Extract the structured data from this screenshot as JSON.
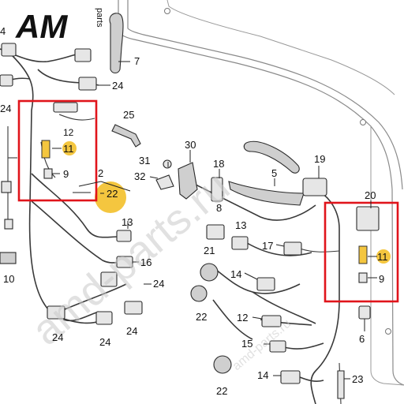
{
  "logo": {
    "text": "AM",
    "sub": "parts"
  },
  "watermark": {
    "text": "amd-parts.ru",
    "small": "amd-parts.ru"
  },
  "callouts": [
    {
      "id": "c4",
      "text": "4"
    },
    {
      "id": "c7",
      "text": "7"
    },
    {
      "id": "c24a",
      "text": "24"
    },
    {
      "id": "c24l",
      "text": "24"
    },
    {
      "id": "c12a",
      "text": "12"
    },
    {
      "id": "c11a",
      "text": "11"
    },
    {
      "id": "c9a",
      "text": "9"
    },
    {
      "id": "c25",
      "text": "25"
    },
    {
      "id": "c2",
      "text": "2"
    },
    {
      "id": "c22a",
      "text": "22"
    },
    {
      "id": "c31",
      "text": "31"
    },
    {
      "id": "c32",
      "text": "32"
    },
    {
      "id": "c30",
      "text": "30"
    },
    {
      "id": "c18",
      "text": "18"
    },
    {
      "id": "c5",
      "text": "5"
    },
    {
      "id": "c19",
      "text": "19"
    },
    {
      "id": "c20",
      "text": "20"
    },
    {
      "id": "c13a",
      "text": "13"
    },
    {
      "id": "c8",
      "text": "8"
    },
    {
      "id": "c13b",
      "text": "13"
    },
    {
      "id": "c16",
      "text": "16"
    },
    {
      "id": "c17",
      "text": "17"
    },
    {
      "id": "c11b",
      "text": "11"
    },
    {
      "id": "c9b",
      "text": "9"
    },
    {
      "id": "c21",
      "text": "21"
    },
    {
      "id": "c14a",
      "text": "14"
    },
    {
      "id": "c24b",
      "text": "24"
    },
    {
      "id": "c10",
      "text": "10"
    },
    {
      "id": "c24c",
      "text": "24"
    },
    {
      "id": "c24d",
      "text": "24"
    },
    {
      "id": "c22b",
      "text": "22"
    },
    {
      "id": "c12b",
      "text": "12"
    },
    {
      "id": "c6",
      "text": "6"
    },
    {
      "id": "c15",
      "text": "15"
    },
    {
      "id": "c14b",
      "text": "14"
    },
    {
      "id": "c23",
      "text": "23"
    },
    {
      "id": "c22c",
      "text": "22"
    },
    {
      "id": "c24e",
      "text": "24"
    }
  ]
}
